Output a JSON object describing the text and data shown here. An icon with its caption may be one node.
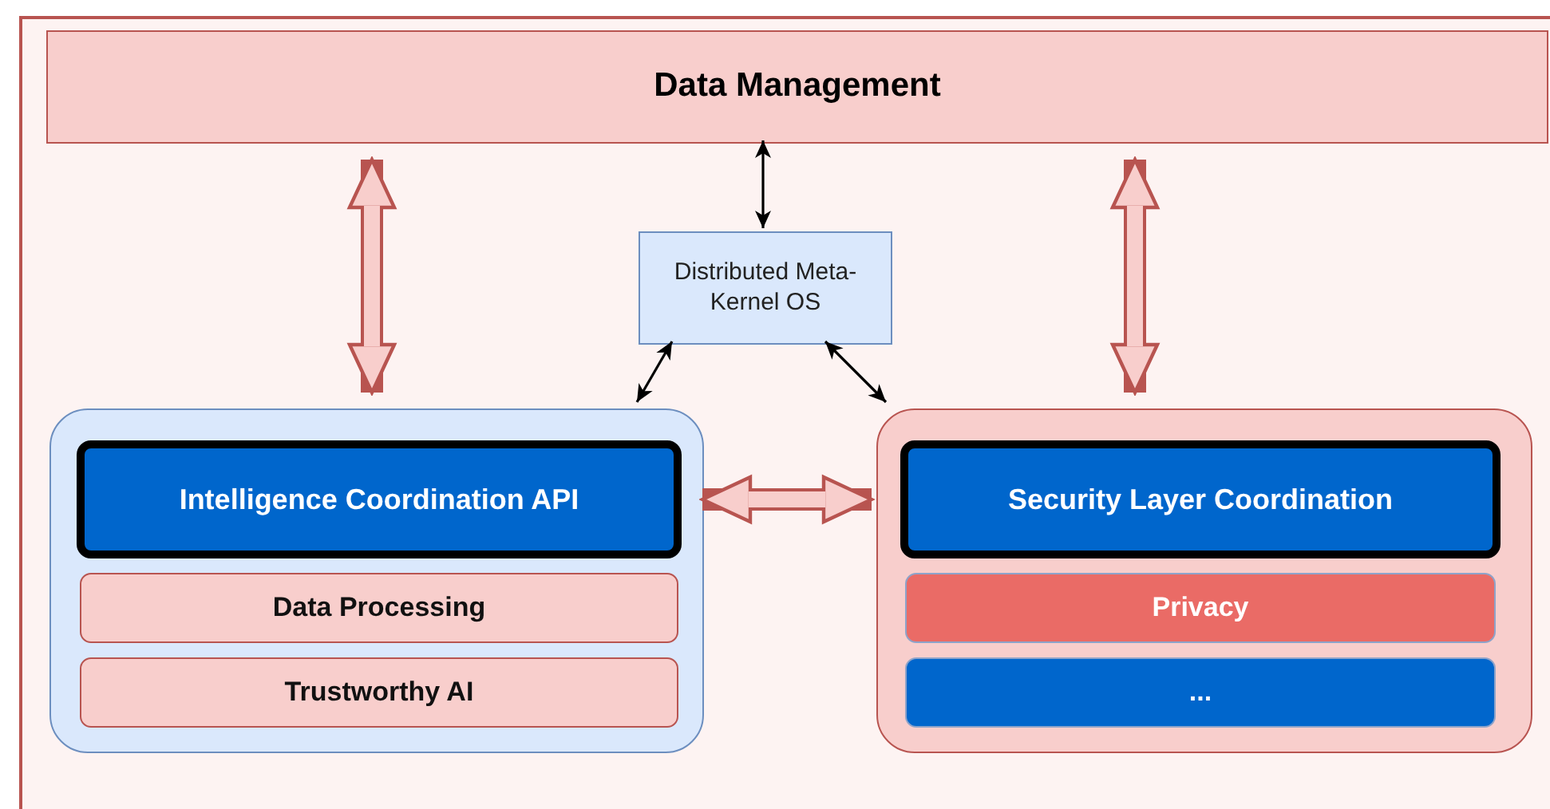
{
  "diagram": {
    "nodes": [
      {
        "text": [],
        "shape": "box"
      },
      {
        "text": [
          "Data Management"
        ],
        "in": 0
      },
      {
        "text": [
          "Distributed Meta-Kernel OS"
        ],
        "in": 0
      },
      {
        "text": [],
        "shape": "box",
        "in": 0
      },
      {
        "text": [
          "Intelligence Coordination API"
        ],
        "in": 3
      },
      {
        "text": [
          "Data Processing"
        ],
        "in": 3
      },
      {
        "text": [
          "Trustworthy AI"
        ],
        "in": 3
      },
      {
        "text": [],
        "shape": "box",
        "in": 0
      },
      {
        "text": [
          "Security Layer Coordination"
        ],
        "in": 7
      },
      {
        "text": [
          "Privacy"
        ],
        "in": 7
      },
      {
        "text": [
          "..."
        ],
        "in": 7
      }
    ],
    "edges": [
      {
        "from": 1,
        "to": 2,
        "arrow": "both"
      },
      {
        "from": 2,
        "to": 3,
        "arrow": "both"
      },
      {
        "from": 2,
        "to": 7,
        "arrow": "both"
      },
      {
        "from": 1,
        "to": 3,
        "arrow": "both",
        "style": "thick",
        "color": "#b85450"
      },
      {
        "from": 1,
        "to": 7,
        "arrow": "both",
        "style": "thick",
        "color": "#b85450"
      },
      {
        "from": 3,
        "to": 7,
        "arrow": "both",
        "style": "thick",
        "color": "#b85450"
      }
    ]
  }
}
